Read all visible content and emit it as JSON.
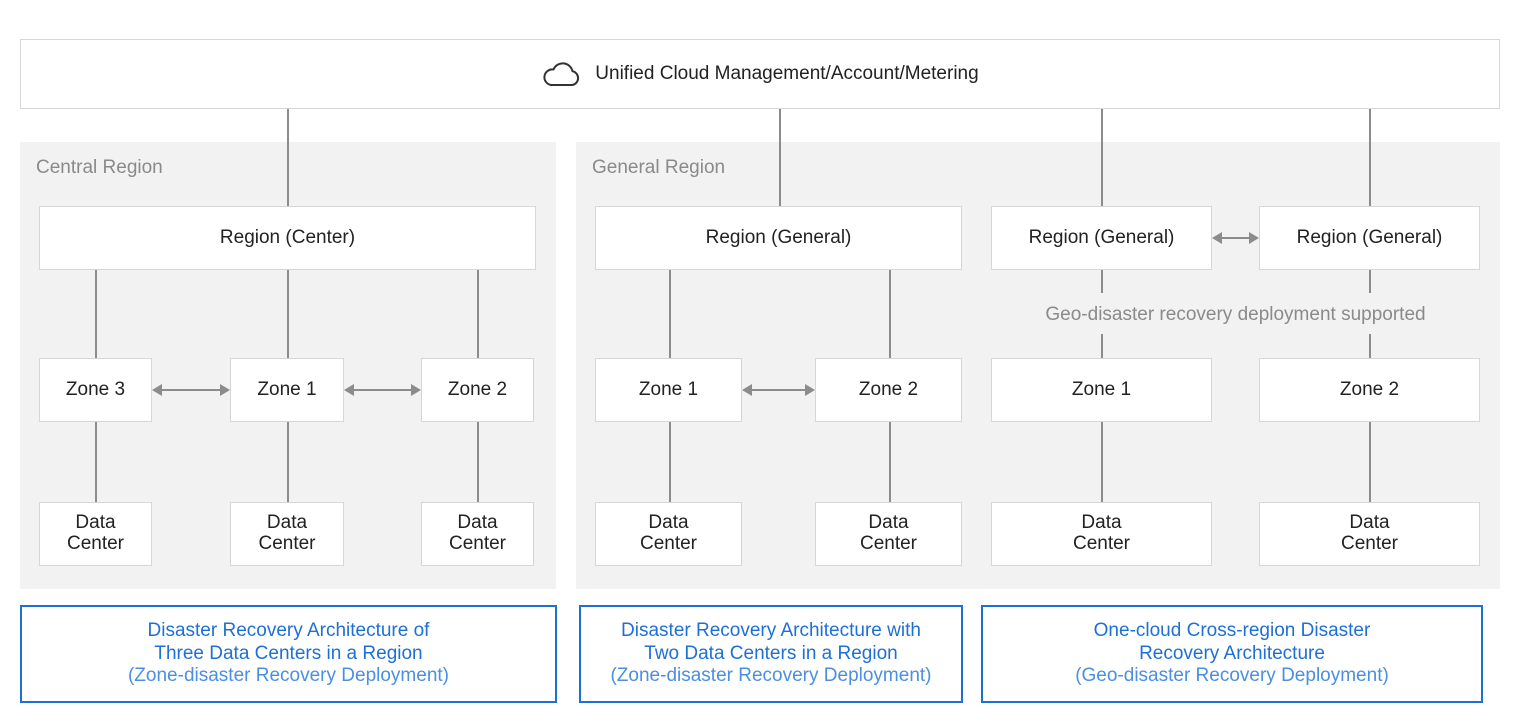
{
  "header": {
    "title": "Unified Cloud Management/Account/Metering",
    "icon": "cloud-icon"
  },
  "central_region": {
    "label": "Central Region",
    "region_box": "Region (Center)",
    "zones": [
      "Zone 3",
      "Zone 1",
      "Zone 2"
    ],
    "data_center_line1": "Data",
    "data_center_line2": "Center"
  },
  "general_region": {
    "label": "General Region",
    "two_dc": {
      "region_box": "Region (General)",
      "zones": [
        "Zone 1",
        "Zone 2"
      ]
    },
    "cross_region": {
      "region_boxes": [
        "Region (General)",
        "Region (General)"
      ],
      "note": "Geo-disaster recovery deployment supported",
      "zones": [
        "Zone 1",
        "Zone 2"
      ]
    },
    "data_center_line1": "Data",
    "data_center_line2": "Center"
  },
  "captions": [
    {
      "title_line1": "Disaster Recovery Architecture of",
      "title_line2": "Three Data Centers in a Region",
      "subtitle": "(Zone-disaster Recovery Deployment)"
    },
    {
      "title_line1": "Disaster Recovery Architecture with",
      "title_line2": "Two Data Centers in a Region",
      "subtitle": "(Zone-disaster Recovery Deployment)"
    },
    {
      "title_line1": "One-cloud Cross-region Disaster",
      "title_line2": "Recovery Architecture",
      "subtitle": "(Geo-disaster Recovery Deployment)"
    }
  ],
  "colors": {
    "accent_blue": "#1e6fd6",
    "region_background": "#f2f2f2",
    "connector_gray": "#8c8c8c"
  }
}
